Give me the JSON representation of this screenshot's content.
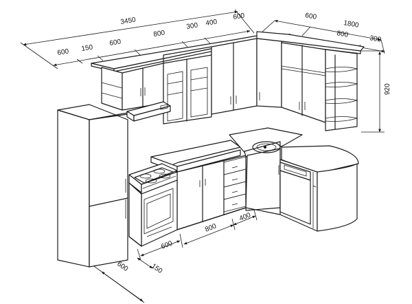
{
  "dimensions": {
    "top_total": "3450",
    "top_600_left": "600",
    "top_150": "150",
    "top_600_b": "600",
    "top_800": "800",
    "top_300": "300",
    "top_400": "400",
    "top_600_c": "600",
    "right_600": "600",
    "right_1800": "1800",
    "right_800": "800",
    "right_300": "300",
    "height_920": "920",
    "bottom_800": "800",
    "bottom_400": "400",
    "bottom_600_a": "600",
    "bottom_150": "150",
    "bottom_600_b": "600"
  }
}
